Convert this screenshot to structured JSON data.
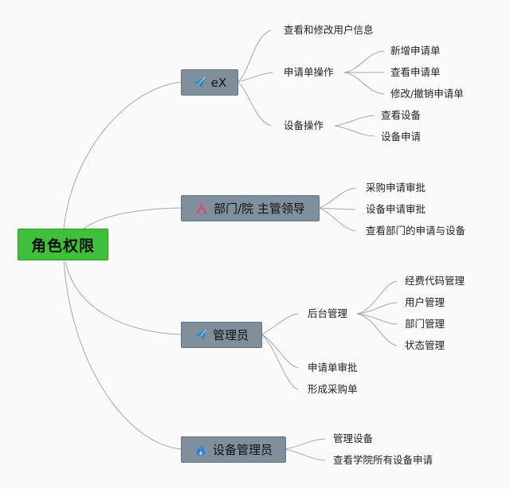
{
  "root": {
    "label": "角色权限"
  },
  "branches": [
    {
      "label": "eX",
      "icon": "paper-plane-icon",
      "children": [
        {
          "label": "查看和修改用户信息"
        },
        {
          "label": "申请单操作",
          "children": [
            "新增申请单",
            "查看申请单",
            "修改/撤销申请单"
          ]
        },
        {
          "label": "设备操作",
          "children": [
            "查看设备",
            "设备申请"
          ]
        }
      ]
    },
    {
      "label": "部门/院 主管领导",
      "icon": "people-icon",
      "children": [
        {
          "label": "采购申请审批"
        },
        {
          "label": "设备申请审批"
        },
        {
          "label": "查看部门的申请与设备"
        }
      ]
    },
    {
      "label": "管理员",
      "icon": "paper-plane-icon",
      "children": [
        {
          "label": "后台管理",
          "children": [
            "经费代码管理",
            "用户管理",
            "部门管理",
            "状态管理"
          ]
        },
        {
          "label": "申请单审批"
        },
        {
          "label": "形成采购单"
        }
      ]
    },
    {
      "label": "设备管理员",
      "icon": "flame-icon",
      "children": [
        {
          "label": "管理设备"
        },
        {
          "label": "查看学院所有设备申请"
        }
      ]
    }
  ],
  "colors": {
    "root_fill": "#3fbf3a",
    "branch_fill": "#7f8f9c",
    "connector": "#a8a8a8",
    "paper_plane_icon": "#2f86c8",
    "people_icon": "#e0447a",
    "flame_icon": "#2b7fd6"
  }
}
